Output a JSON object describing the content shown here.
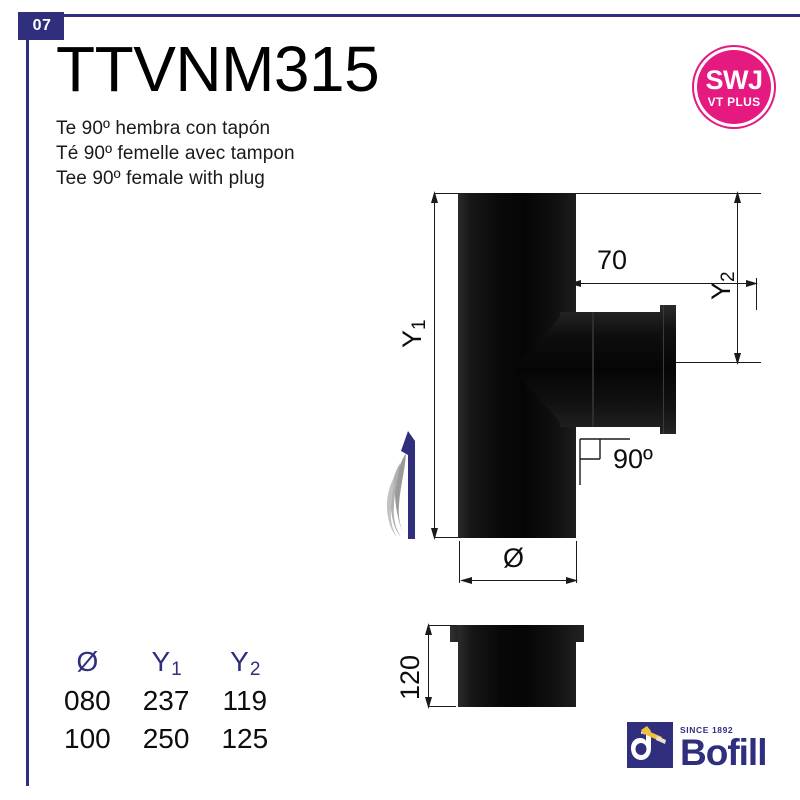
{
  "page": {
    "number": "07",
    "accent_navy": "#2f2f7e",
    "accent_pink": "#e5197f"
  },
  "header": {
    "product_code": "TTVNM315",
    "subtitle_es": "Te 90º hembra con tapón",
    "subtitle_fr": "Té 90º femelle avec tampon",
    "subtitle_en": "Tee 90º female with plug"
  },
  "certification_badge": {
    "main": "SWJ",
    "sub": "VT PLUS"
  },
  "drawing_main": {
    "label_y1": "Y",
    "label_y1_sub": "1",
    "label_y2": "Y",
    "label_y2_sub": "2",
    "label_70": "70",
    "label_diameter": "Ø",
    "label_angle": "90º"
  },
  "drawing_detail": {
    "label_120": "120"
  },
  "spec_table": {
    "headers": [
      {
        "main": "Ø",
        "sub": ""
      },
      {
        "main": "Y",
        "sub": "1"
      },
      {
        "main": "Y",
        "sub": "2"
      }
    ],
    "rows": [
      [
        "080",
        "237",
        "119"
      ],
      [
        "100",
        "250",
        "125"
      ]
    ]
  },
  "brand": {
    "since": "SINCE 1892",
    "name": "Bofill"
  }
}
